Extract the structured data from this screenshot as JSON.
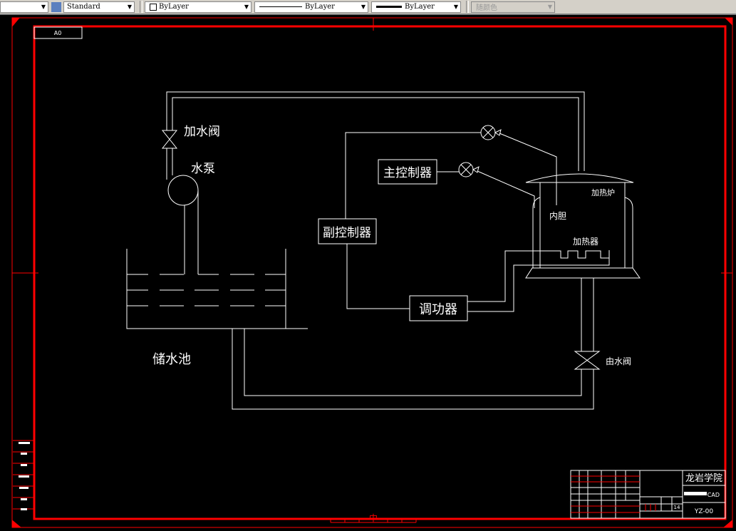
{
  "toolbar": {
    "text_style": "Standard",
    "layer": "ByLayer",
    "linetype": "ByLayer",
    "lineweight": "ByLayer",
    "plot_style": "随颜色"
  },
  "drawing": {
    "sheet_label": "A0",
    "bottom_center_mark": "中",
    "labels": {
      "fill_valve": "加水阀",
      "pump": "水泵",
      "tank": "储水池",
      "main_controller": "主控制器",
      "sub_controller": "副控制器",
      "power_regulator": "调功器",
      "furnace": "加热炉",
      "inner_liner": "内胆",
      "heater": "加热器",
      "outlet_valve": "由水阀"
    }
  },
  "title_block": {
    "school": "龙岩学院",
    "drawing_title": "CAD",
    "drawing_number": "YZ-00",
    "sheet_count": "14"
  },
  "colors": {
    "frame": "#ff0000",
    "lines": "#ffffff",
    "background": "#000000"
  }
}
